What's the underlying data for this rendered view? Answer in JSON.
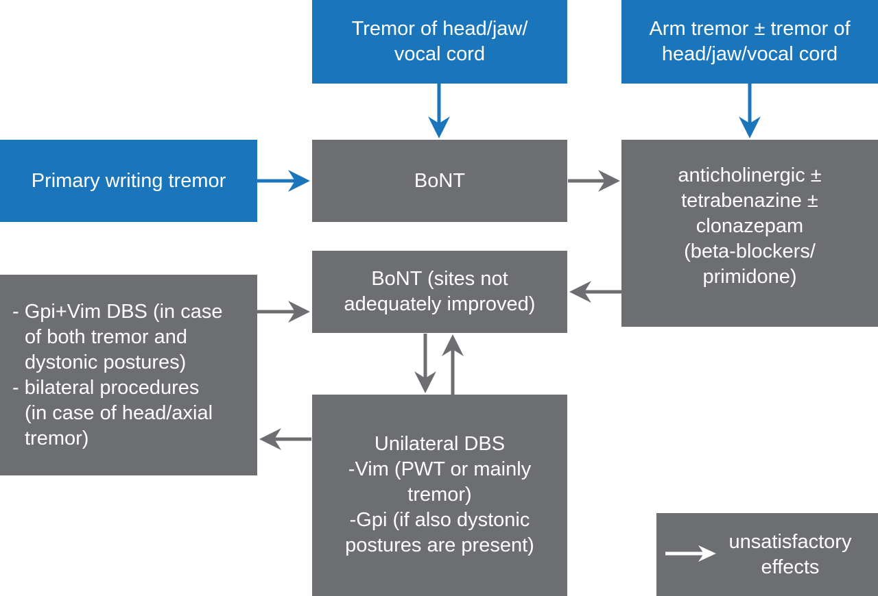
{
  "colors": {
    "input_box": "#1b75bb",
    "treatment_box": "#6d6e71",
    "input_arrow": "#1b75bb",
    "flow_arrow": "#6d6e71",
    "legend_arrow": "#ffffff"
  },
  "nodes": {
    "head_jaw_tremor": {
      "lines": [
        "Tremor of head/jaw/",
        "vocal cord"
      ]
    },
    "arm_tremor": {
      "lines": [
        "Arm tremor ± tremor of",
        "head/jaw/vocal cord"
      ]
    },
    "primary_writing": {
      "lines": [
        "Primary writing tremor"
      ]
    },
    "bont": {
      "lines": [
        "BoNT"
      ]
    },
    "pharma": {
      "lines": [
        "anticholinergic ±",
        "tetrabenazine ±",
        "clonazepam",
        "(beta-blockers/",
        "primidone)"
      ]
    },
    "bont_sites": {
      "lines": [
        "BoNT (sites not",
        "adequately improved)"
      ]
    },
    "gpi_vim": {
      "lines": [
        "- Gpi+Vim DBS (in case",
        "of both tremor and",
        "dystonic postures)",
        "- bilateral procedures",
        "(in case of head/axial",
        "tremor)"
      ]
    },
    "unilateral_dbs": {
      "lines": [
        "Unilateral DBS",
        "-Vim (PWT or mainly",
        "tremor)",
        "-Gpi (if also dystonic",
        "postures are present)"
      ]
    }
  },
  "legend": {
    "label_lines": [
      "unsatisfactory",
      "effects"
    ]
  }
}
